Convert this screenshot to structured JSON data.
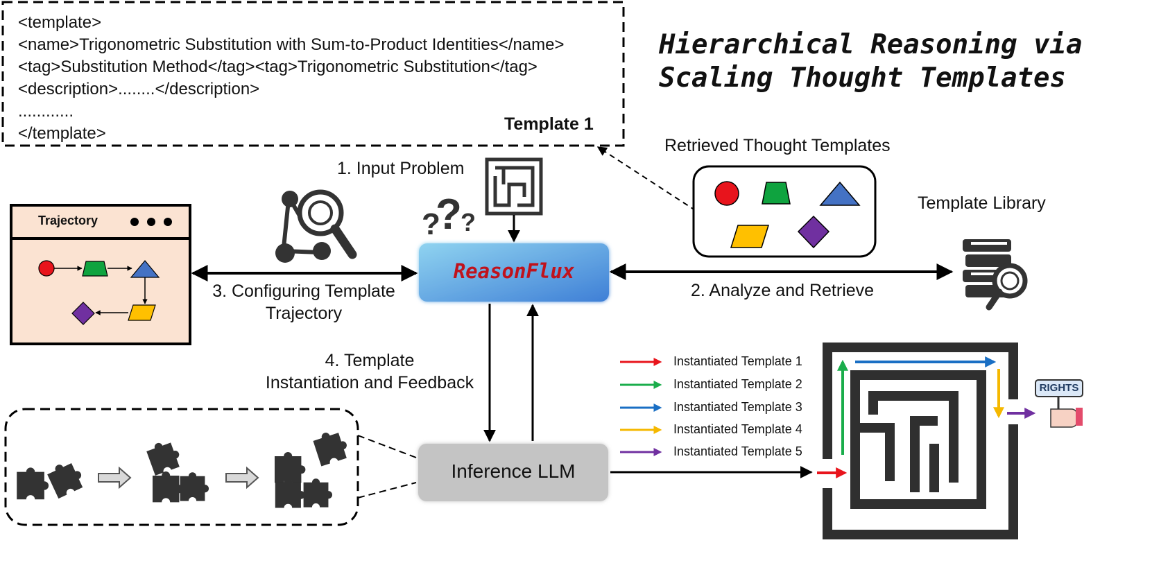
{
  "title": {
    "line1": "Hierarchical Reasoning via",
    "line2": "Scaling Thought Templates"
  },
  "template_box": {
    "lines": [
      "<template>",
      "<name>Trigonometric Substitution with Sum-to-Product Identities</name>",
      "<tag>Substitution Method</tag><tag>Trigonometric Substitution</tag>",
      "<description>........</description>",
      "............",
      "</template>"
    ],
    "label": "Template 1"
  },
  "nodes": {
    "reasonflux": "ReasonFlux",
    "inference_llm": "Inference LLM"
  },
  "steps": {
    "input_problem": "1. Input Problem",
    "analyze_retrieve": "2. Analyze and Retrieve",
    "configuring_line1": "3. Configuring Template",
    "configuring_line2": "Trajectory",
    "instantiation_line1": "4. Template",
    "instantiation_line2": "Instantiation and Feedback"
  },
  "retrieved_label": "Retrieved Thought Templates",
  "library_label": "Template Library",
  "trajectory_panel": {
    "title": "Trajectory"
  },
  "legend": [
    {
      "label": "Instantiated  Template 1",
      "color": "#e8141c"
    },
    {
      "label": "Instantiated  Template 2",
      "color": "#1aad4b"
    },
    {
      "label": "Instantiated  Template 3",
      "color": "#1a6fc4"
    },
    {
      "label": "Instantiated  Template 4",
      "color": "#f5b800"
    },
    {
      "label": "Instantiated  Template 5",
      "color": "#7030a0"
    }
  ],
  "rights_sign": "RIGHTS",
  "colors": {
    "reasonflux_fill": "#5aa4e6",
    "reasonflux_text": "#c0121c",
    "inference_fill": "#c4c4c4",
    "trajectory_bg": "#fbe3d2",
    "shape_red": "#e8141c",
    "shape_green": "#0fa33f",
    "shape_blue": "#4472c4",
    "shape_yellow": "#ffc000",
    "shape_purple": "#7030a0",
    "icon_dark": "#333333"
  }
}
